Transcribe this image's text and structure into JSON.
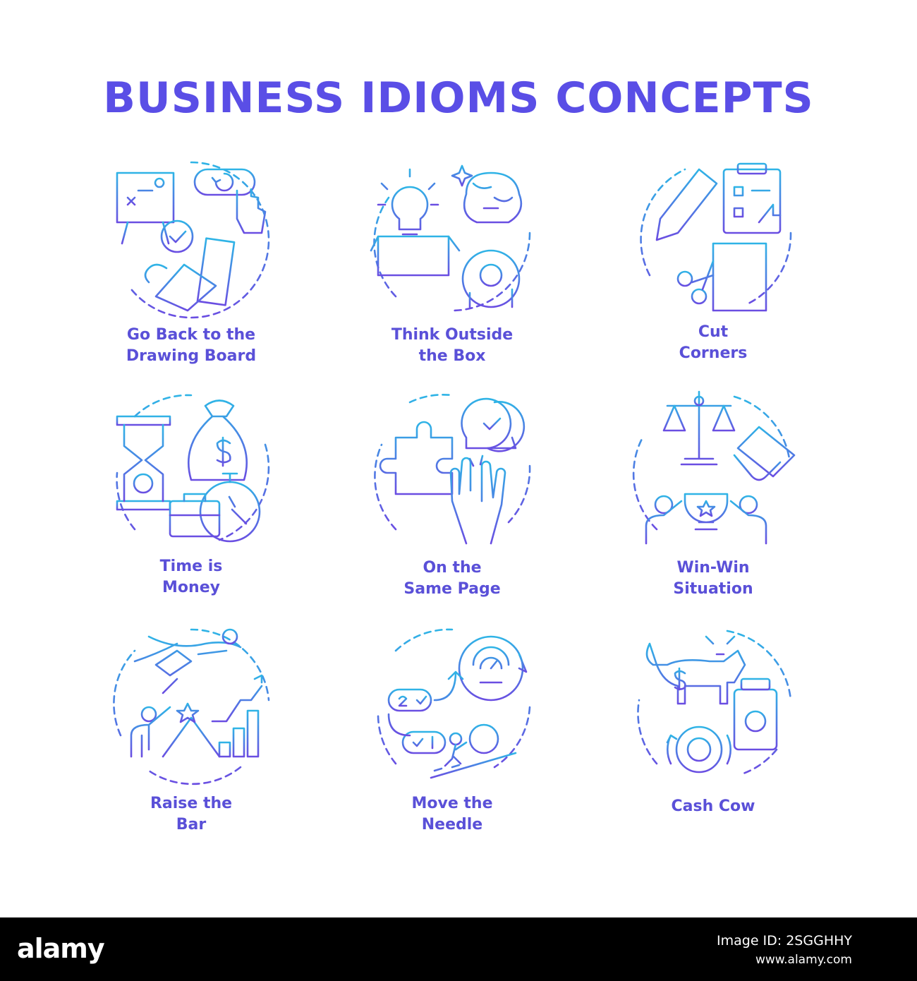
{
  "title": "BUSINESS IDIOMS CONCEPTS",
  "colors": {
    "gradient_top": "#2fb4e6",
    "gradient_bottom": "#6a4ee2",
    "title": "#5a4ee6"
  },
  "tiles": [
    {
      "icon": "drawing-board-icon",
      "lines": [
        "Go Back to the",
        "Drawing Board"
      ]
    },
    {
      "icon": "lightbulb-box-icon",
      "lines": [
        "Think Outside",
        "the Box"
      ]
    },
    {
      "icon": "pencil-clipboard-scissors-icon",
      "lines": [
        "Cut",
        "Corners"
      ]
    },
    {
      "icon": "hourglass-money-bag-icon",
      "lines": [
        "Time is",
        "Money"
      ]
    },
    {
      "icon": "puzzle-high-five-icon",
      "lines": [
        "On the",
        "Same Page"
      ]
    },
    {
      "icon": "scales-handshake-icon",
      "lines": [
        "Win-Win",
        "Situation"
      ]
    },
    {
      "icon": "superhero-growth-icon",
      "lines": [
        "Raise the",
        "Bar"
      ]
    },
    {
      "icon": "gauge-gear-push-icon",
      "lines": [
        "Move the",
        "Needle"
      ]
    },
    {
      "icon": "cow-jar-dollar-icon",
      "lines": [
        "Cash Cow"
      ]
    }
  ],
  "footer": {
    "brand": "alamy",
    "image_id": "Image ID: 2SGGHHY",
    "site": "www.alamy.com"
  }
}
